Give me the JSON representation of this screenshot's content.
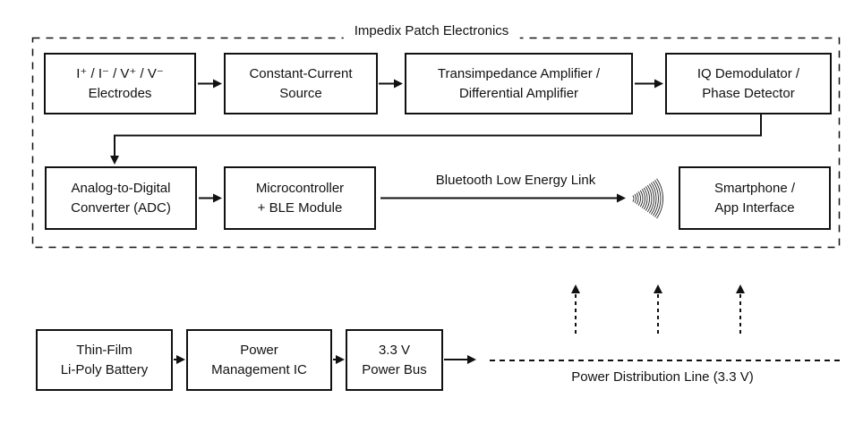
{
  "diagram": {
    "title": "Impedix Patch Electronics",
    "background_color": "#ffffff",
    "line_color": "#111111",
    "text_color": "#111111",
    "signal_chain": {
      "electrodes": "I⁺ / I⁻ / V⁺ / V⁻\nElectrodes",
      "constant_current_source": "Constant-Current\nSource",
      "transimpedance_amplifier": "Transimpedance Amplifier /\nDifferential Amplifier",
      "iq_demodulator": "IQ Demodulator /\nPhase Detector",
      "adc": "Analog-to-Digital\nConverter (ADC)",
      "microcontroller": "Microcontroller\n+ BLE Module",
      "smartphone": "Smartphone /\nApp Interface"
    },
    "power_chain": {
      "battery": "Thin-Film\nLi-Poly Battery",
      "pmic": "Power\nManagement IC",
      "power_bus": "3.3 V\nPower Bus"
    },
    "labels": {
      "ble_link": "Bluetooth Low Energy Link",
      "power_line": "Power Distribution Line (3.3 V)"
    },
    "icons": {
      "wireless": "radiating-signal-arcs-icon"
    }
  }
}
